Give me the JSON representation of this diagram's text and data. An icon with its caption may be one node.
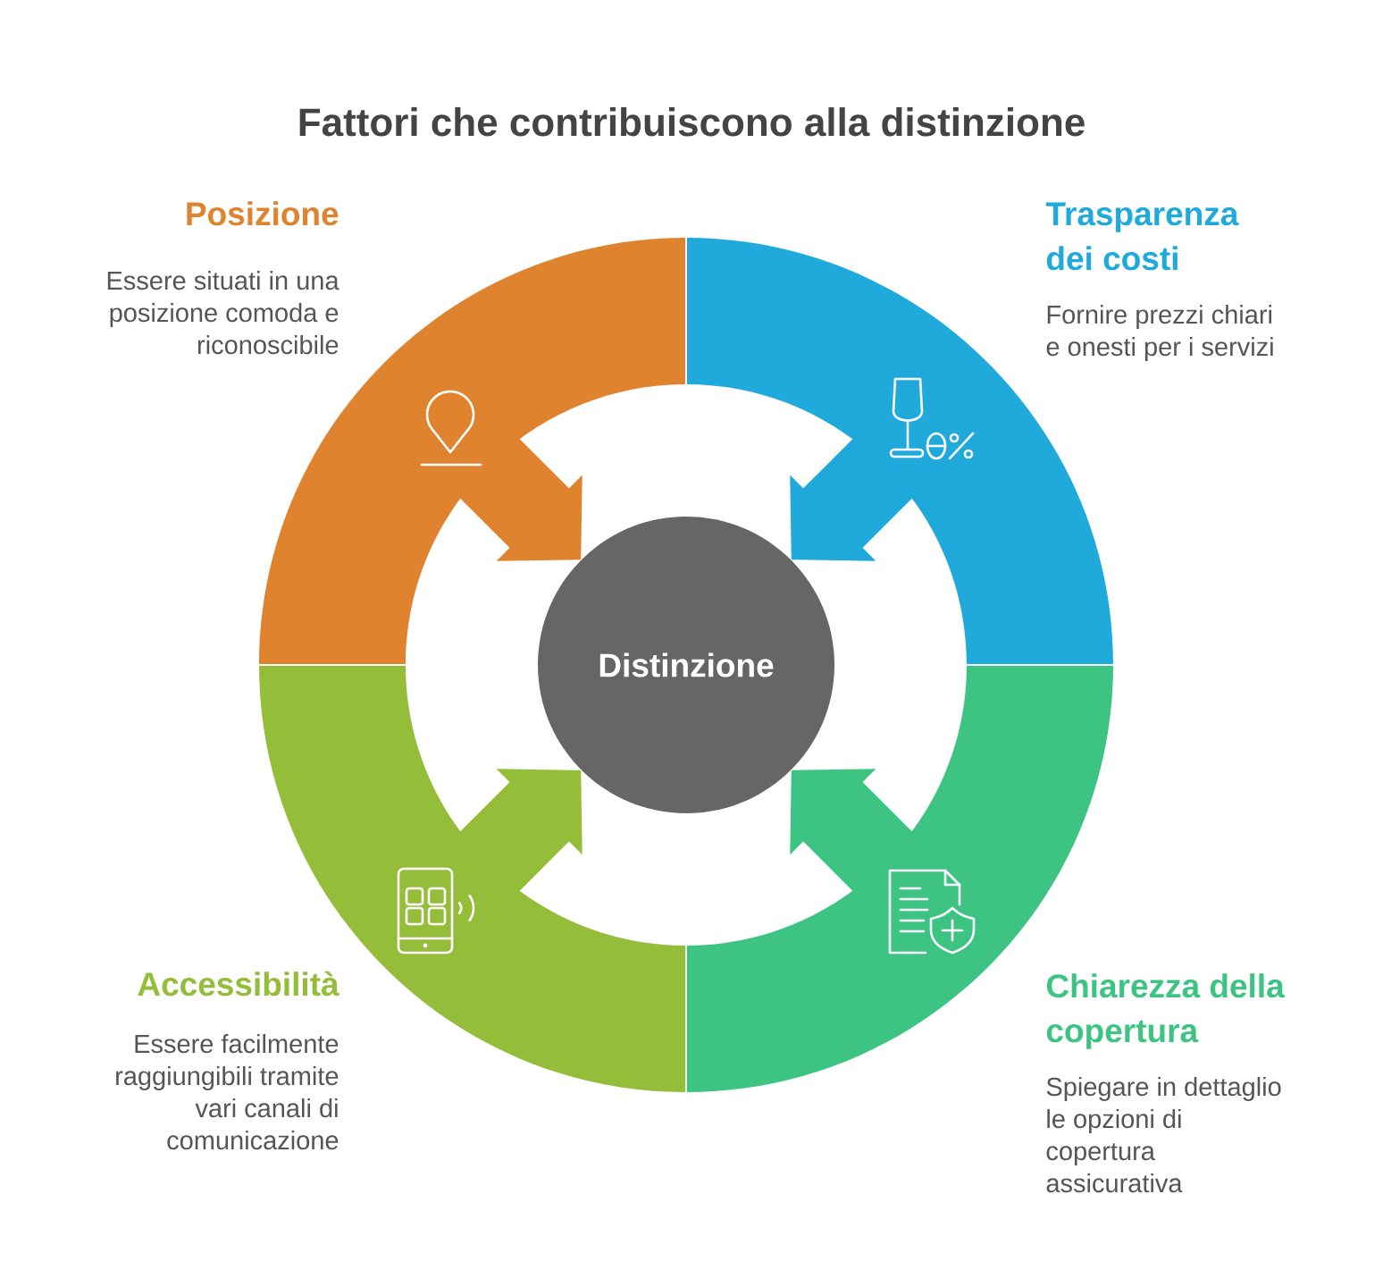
{
  "diagram": {
    "title": "Fattori che contribuiscono alla distinzione",
    "nodes": [
      {
        "text": [
          "Posizione",
          "Essere situati in una posizione comoda e riconoscibile"
        ]
      },
      {
        "text": [
          "Trasparenza dei costi",
          "Fornire prezzi chiari e onesti per i servizi"
        ]
      },
      {
        "text": [
          "Distinzione"
        ]
      },
      {
        "text": [
          "Accessibilità",
          "Essere facilmente raggiungibili tramite vari canali di comunicazione"
        ]
      },
      {
        "text": [
          "Chiarezza della copertura",
          "Spiegare in dettaglio le opzioni di copertura assicurativa"
        ]
      }
    ],
    "edges": [
      {
        "from": 0,
        "to": 2,
        "arrow": "to",
        "color": "#e0832f"
      },
      {
        "from": 1,
        "to": 2,
        "arrow": "to",
        "color": "#1faadb"
      },
      {
        "from": 3,
        "to": 2,
        "arrow": "to",
        "color": "#94bd3a"
      },
      {
        "from": 4,
        "to": 2,
        "arrow": "to",
        "color": "#3dc483"
      }
    ]
  }
}
